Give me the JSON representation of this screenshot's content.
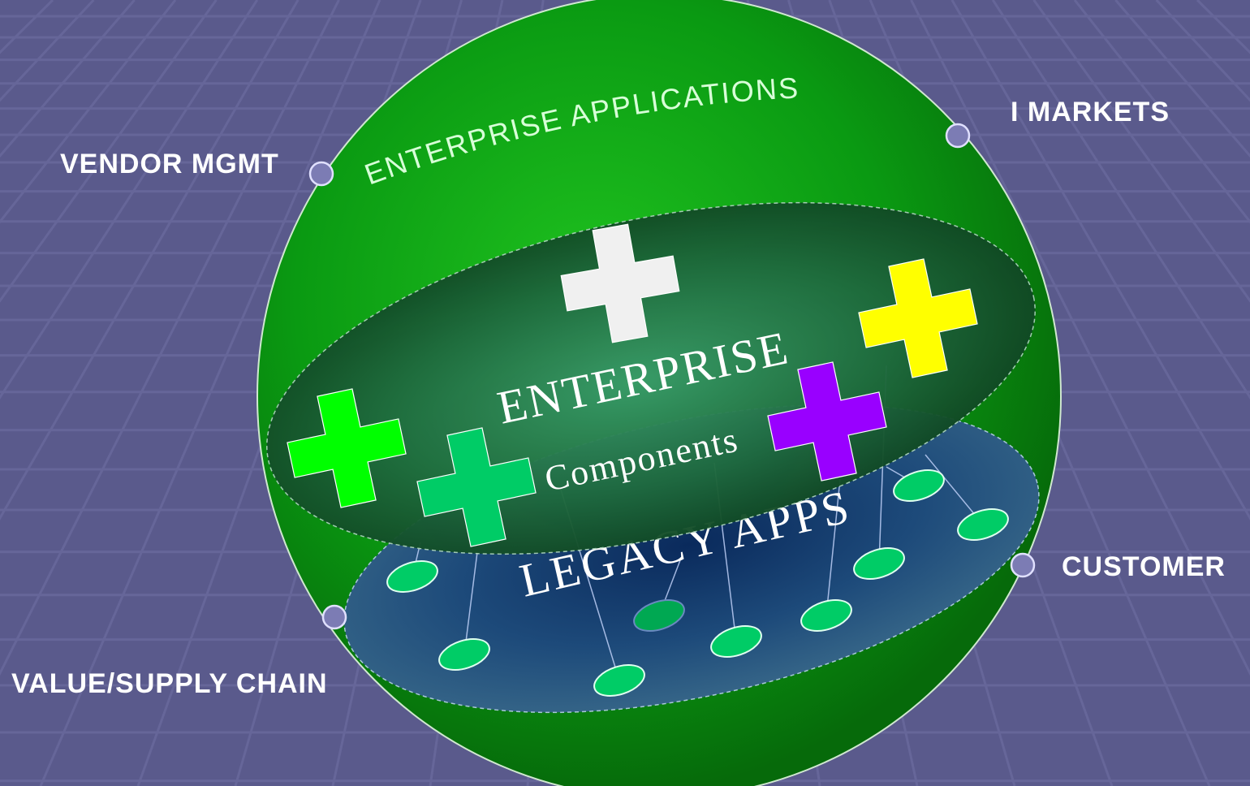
{
  "diagram": {
    "outer_ring_label": "ENTERPRISE APPLICATIONS",
    "core_title": "ENTERPRISE",
    "core_subtitle": "Components",
    "base_label": "LEGACY APPS",
    "connectors": {
      "vendor": "VENDOR MGMT",
      "markets": "I MARKETS",
      "customer": "CUSTOMER",
      "supply": "VALUE/SUPPLY CHAIN"
    },
    "component_colors": [
      "#f0f0f0",
      "#ffff00",
      "#00ff00",
      "#00cc66",
      "#9900ff"
    ],
    "colors": {
      "background": "#5a5a8c",
      "sphere": "#0a9a12",
      "legacy_node": "#00cc66",
      "connector_node": "#7c7cb4"
    }
  }
}
